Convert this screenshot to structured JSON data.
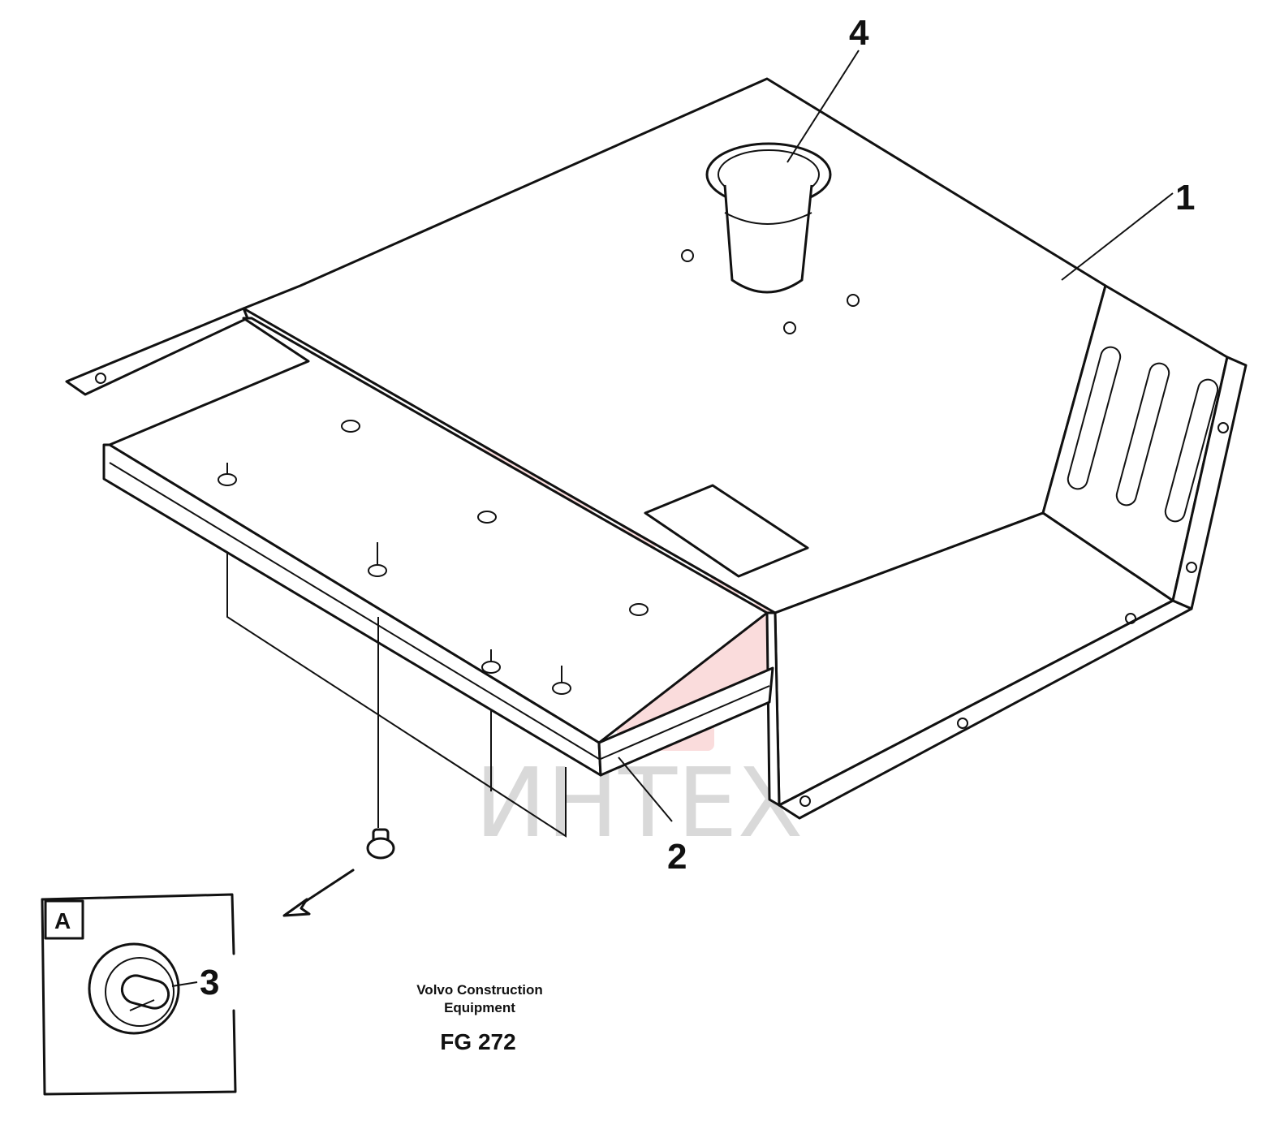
{
  "callouts": [
    {
      "id": "1",
      "label": "1"
    },
    {
      "id": "2",
      "label": "2"
    },
    {
      "id": "3",
      "label": "3"
    },
    {
      "id": "4",
      "label": "4"
    }
  ],
  "detail_view": {
    "letter": "A"
  },
  "caption": {
    "line1": "Volvo Construction",
    "line2": "Equipment",
    "figure_code": "FG 272"
  },
  "watermark": {
    "text": "ИНТЕХ",
    "color": "#f7c8c8"
  },
  "colors": {
    "line": "#111111",
    "background": "#ffffff",
    "watermark_text": "#d9d9d9"
  }
}
